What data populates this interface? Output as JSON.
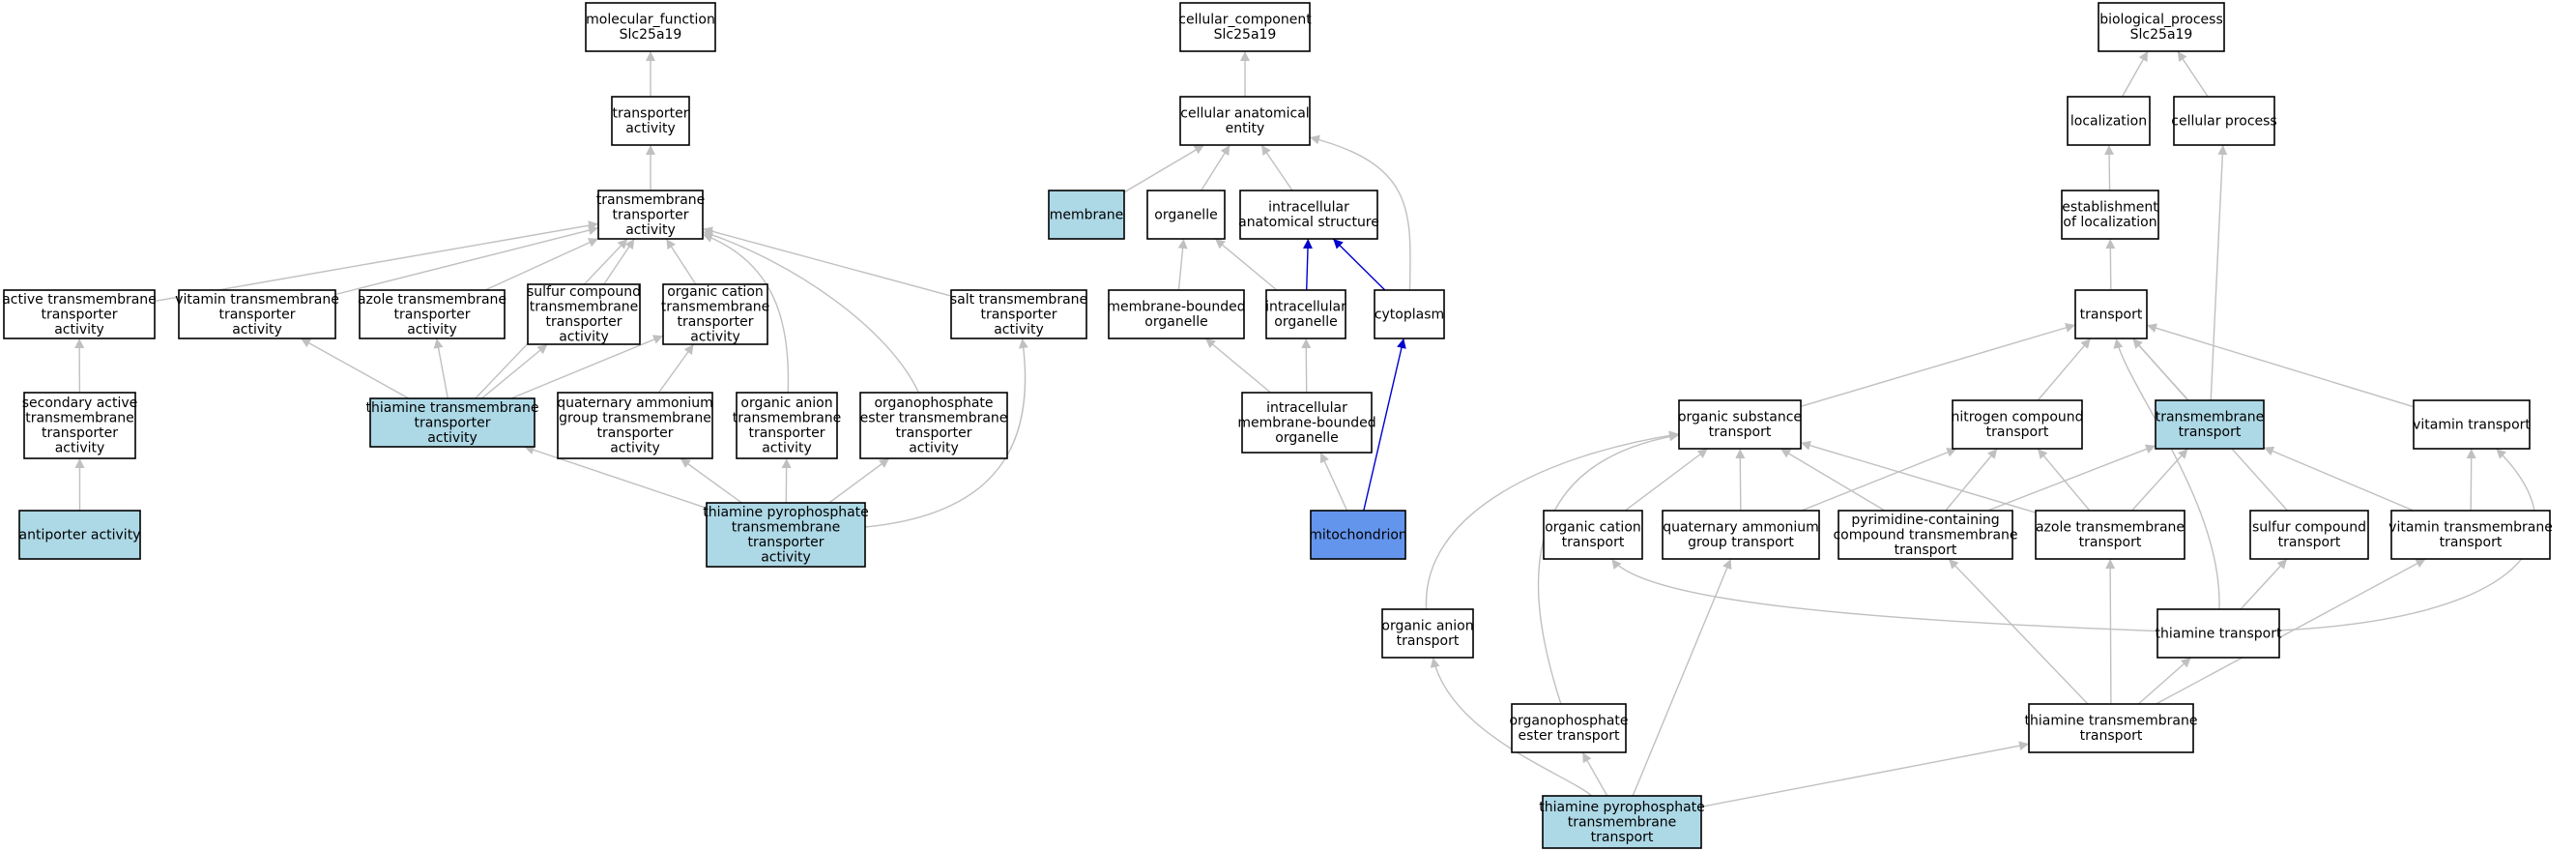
{
  "colors": {
    "default_fill": "#ffffff",
    "highlight_fill": "#add8e6",
    "focus_fill": "#6495ed",
    "edge_default": "#c0c0c0",
    "edge_highlight": "#0000cd"
  },
  "nodes": [
    {
      "id": "mf_root",
      "lines": [
        "molecular_function",
        "Slc25a19"
      ],
      "style": "default"
    },
    {
      "id": "transporter_activity",
      "lines": [
        "transporter",
        "activity"
      ],
      "style": "default"
    },
    {
      "id": "tm_transporter_activity",
      "lines": [
        "transmembrane",
        "transporter",
        "activity"
      ],
      "style": "default"
    },
    {
      "id": "active_tm_activity",
      "lines": [
        "active transmembrane",
        "transporter",
        "activity"
      ],
      "style": "default"
    },
    {
      "id": "vitamin_tm_activity",
      "lines": [
        "vitamin transmembrane",
        "transporter",
        "activity"
      ],
      "style": "default"
    },
    {
      "id": "azole_tm_activity",
      "lines": [
        "azole transmembrane",
        "transporter",
        "activity"
      ],
      "style": "default"
    },
    {
      "id": "sulfur_tm_activity",
      "lines": [
        "sulfur compound",
        "transmembrane",
        "transporter",
        "activity"
      ],
      "style": "default"
    },
    {
      "id": "org_cation_tm_activity",
      "lines": [
        "organic cation",
        "transmembrane",
        "transporter",
        "activity"
      ],
      "style": "default"
    },
    {
      "id": "salt_tm_activity",
      "lines": [
        "salt transmembrane",
        "transporter",
        "activity"
      ],
      "style": "default"
    },
    {
      "id": "secondary_active_activity",
      "lines": [
        "secondary active",
        "transmembrane",
        "transporter",
        "activity"
      ],
      "style": "default"
    },
    {
      "id": "thiamine_tm_activity",
      "lines": [
        "thiamine transmembrane",
        "transporter",
        "activity"
      ],
      "style": "highlight"
    },
    {
      "id": "quat_ammonium_tm_activity",
      "lines": [
        "quaternary ammonium",
        "group transmembrane",
        "transporter",
        "activity"
      ],
      "style": "default"
    },
    {
      "id": "org_anion_tm_activity",
      "lines": [
        "organic anion",
        "transmembrane",
        "transporter",
        "activity"
      ],
      "style": "default"
    },
    {
      "id": "organophosphate_tm_activity",
      "lines": [
        "organophosphate",
        "ester transmembrane",
        "transporter",
        "activity"
      ],
      "style": "default"
    },
    {
      "id": "antiporter_activity",
      "lines": [
        "antiporter activity"
      ],
      "style": "highlight"
    },
    {
      "id": "tpp_tm_activity",
      "lines": [
        "thiamine pyrophosphate",
        "transmembrane",
        "transporter",
        "activity"
      ],
      "style": "highlight"
    },
    {
      "id": "cc_root",
      "lines": [
        "cellular_component",
        "Slc25a19"
      ],
      "style": "default"
    },
    {
      "id": "cellular_anatomical_entity",
      "lines": [
        "cellular anatomical",
        "entity"
      ],
      "style": "default"
    },
    {
      "id": "membrane",
      "lines": [
        "membrane"
      ],
      "style": "highlight"
    },
    {
      "id": "organelle",
      "lines": [
        "organelle"
      ],
      "style": "default"
    },
    {
      "id": "intracellular_structure",
      "lines": [
        "intracellular",
        "anatomical structure"
      ],
      "style": "default"
    },
    {
      "id": "membrane_bounded_organelle",
      "lines": [
        "membrane-bounded",
        "organelle"
      ],
      "style": "default"
    },
    {
      "id": "intracellular_organelle",
      "lines": [
        "intracellular",
        "organelle"
      ],
      "style": "default"
    },
    {
      "id": "cytoplasm",
      "lines": [
        "cytoplasm"
      ],
      "style": "default"
    },
    {
      "id": "intracellular_mb_organelle",
      "lines": [
        "intracellular",
        "membrane-bounded",
        "organelle"
      ],
      "style": "default"
    },
    {
      "id": "mitochondrion",
      "lines": [
        "mitochondrion"
      ],
      "style": "focus"
    },
    {
      "id": "bp_root",
      "lines": [
        "biological_process",
        "Slc25a19"
      ],
      "style": "default"
    },
    {
      "id": "localization",
      "lines": [
        "localization"
      ],
      "style": "default"
    },
    {
      "id": "cellular_process",
      "lines": [
        "cellular process"
      ],
      "style": "default"
    },
    {
      "id": "establishment_localization",
      "lines": [
        "establishment",
        "of localization"
      ],
      "style": "default"
    },
    {
      "id": "transport",
      "lines": [
        "transport"
      ],
      "style": "default"
    },
    {
      "id": "org_substance_transport",
      "lines": [
        "organic substance",
        "transport"
      ],
      "style": "default"
    },
    {
      "id": "nitrogen_transport",
      "lines": [
        "nitrogen compound",
        "transport"
      ],
      "style": "default"
    },
    {
      "id": "tm_transport",
      "lines": [
        "transmembrane",
        "transport"
      ],
      "style": "highlight"
    },
    {
      "id": "vitamin_transport",
      "lines": [
        "vitamin transport"
      ],
      "style": "default"
    },
    {
      "id": "org_cation_transport",
      "lines": [
        "organic cation",
        "transport"
      ],
      "style": "default"
    },
    {
      "id": "quat_ammonium_transport",
      "lines": [
        "quaternary ammonium",
        "group transport"
      ],
      "style": "default"
    },
    {
      "id": "pyrimidine_tm_transport",
      "lines": [
        "pyrimidine-containing",
        "compound transmembrane",
        "transport"
      ],
      "style": "default"
    },
    {
      "id": "azole_tm_transport",
      "lines": [
        "azole transmembrane",
        "transport"
      ],
      "style": "default"
    },
    {
      "id": "sulfur_transport",
      "lines": [
        "sulfur compound",
        "transport"
      ],
      "style": "default"
    },
    {
      "id": "vitamin_tm_transport",
      "lines": [
        "vitamin transmembrane",
        "transport"
      ],
      "style": "default"
    },
    {
      "id": "org_anion_transport",
      "lines": [
        "organic anion",
        "transport"
      ],
      "style": "default"
    },
    {
      "id": "thiamine_transport",
      "lines": [
        "thiamine transport"
      ],
      "style": "default"
    },
    {
      "id": "organophosphate_transport",
      "lines": [
        "organophosphate",
        "ester transport"
      ],
      "style": "default"
    },
    {
      "id": "thiamine_tm_transport",
      "lines": [
        "thiamine transmembrane",
        "transport"
      ],
      "style": "default"
    },
    {
      "id": "tpp_tm_transport",
      "lines": [
        "thiamine pyrophosphate",
        "transmembrane",
        "transport"
      ],
      "style": "highlight"
    }
  ],
  "edges": [
    {
      "from": "transporter_activity",
      "to": "mf_root"
    },
    {
      "from": "tm_transporter_activity",
      "to": "transporter_activity"
    },
    {
      "from": "active_tm_activity",
      "to": "tm_transporter_activity"
    },
    {
      "from": "vitamin_tm_activity",
      "to": "tm_transporter_activity"
    },
    {
      "from": "azole_tm_activity",
      "to": "tm_transporter_activity"
    },
    {
      "from": "sulfur_tm_activity",
      "to": "tm_transporter_activity"
    },
    {
      "from": "org_cation_tm_activity",
      "to": "tm_transporter_activity"
    },
    {
      "from": "salt_tm_activity",
      "to": "tm_transporter_activity"
    },
    {
      "from": "org_anion_tm_activity",
      "to": "tm_transporter_activity"
    },
    {
      "from": "organophosphate_tm_activity",
      "to": "tm_transporter_activity"
    },
    {
      "from": "secondary_active_activity",
      "to": "active_tm_activity"
    },
    {
      "from": "antiporter_activity",
      "to": "secondary_active_activity"
    },
    {
      "from": "thiamine_tm_activity",
      "to": "vitamin_tm_activity"
    },
    {
      "from": "thiamine_tm_activity",
      "to": "azole_tm_activity"
    },
    {
      "from": "thiamine_tm_activity",
      "to": "sulfur_tm_activity"
    },
    {
      "from": "thiamine_tm_activity",
      "to": "org_cation_tm_activity"
    },
    {
      "from": "thiamine_tm_activity",
      "to": "tm_transporter_activity"
    },
    {
      "from": "quat_ammonium_tm_activity",
      "to": "org_cation_tm_activity"
    },
    {
      "from": "tpp_tm_activity",
      "to": "thiamine_tm_activity"
    },
    {
      "from": "tpp_tm_activity",
      "to": "quat_ammonium_tm_activity"
    },
    {
      "from": "tpp_tm_activity",
      "to": "org_anion_tm_activity"
    },
    {
      "from": "tpp_tm_activity",
      "to": "organophosphate_tm_activity"
    },
    {
      "from": "tpp_tm_activity",
      "to": "salt_tm_activity"
    },
    {
      "from": "cellular_anatomical_entity",
      "to": "cc_root"
    },
    {
      "from": "membrane",
      "to": "cellular_anatomical_entity"
    },
    {
      "from": "organelle",
      "to": "cellular_anatomical_entity"
    },
    {
      "from": "intracellular_structure",
      "to": "cellular_anatomical_entity"
    },
    {
      "from": "cytoplasm",
      "to": "cellular_anatomical_entity"
    },
    {
      "from": "membrane_bounded_organelle",
      "to": "organelle"
    },
    {
      "from": "intracellular_organelle",
      "to": "organelle"
    },
    {
      "from": "intracellular_organelle",
      "to": "intracellular_structure",
      "highlight": true
    },
    {
      "from": "cytoplasm",
      "to": "intracellular_structure",
      "highlight": true
    },
    {
      "from": "intracellular_mb_organelle",
      "to": "membrane_bounded_organelle"
    },
    {
      "from": "intracellular_mb_organelle",
      "to": "intracellular_organelle"
    },
    {
      "from": "mitochondrion",
      "to": "intracellular_mb_organelle"
    },
    {
      "from": "mitochondrion",
      "to": "cytoplasm",
      "highlight": true
    },
    {
      "from": "localization",
      "to": "bp_root"
    },
    {
      "from": "cellular_process",
      "to": "bp_root"
    },
    {
      "from": "establishment_localization",
      "to": "localization"
    },
    {
      "from": "transport",
      "to": "establishment_localization"
    },
    {
      "from": "tm_transport",
      "to": "cellular_process"
    },
    {
      "from": "org_substance_transport",
      "to": "transport"
    },
    {
      "from": "nitrogen_transport",
      "to": "transport"
    },
    {
      "from": "tm_transport",
      "to": "transport"
    },
    {
      "from": "vitamin_transport",
      "to": "transport"
    },
    {
      "from": "sulfur_transport",
      "to": "transport"
    },
    {
      "from": "thiamine_transport",
      "to": "transport"
    },
    {
      "from": "org_cation_transport",
      "to": "org_substance_transport"
    },
    {
      "from": "quat_ammonium_transport",
      "to": "org_substance_transport"
    },
    {
      "from": "quat_ammonium_transport",
      "to": "nitrogen_transport"
    },
    {
      "from": "pyrimidine_tm_transport",
      "to": "org_substance_transport"
    },
    {
      "from": "pyrimidine_tm_transport",
      "to": "nitrogen_transport"
    },
    {
      "from": "pyrimidine_tm_transport",
      "to": "tm_transport"
    },
    {
      "from": "azole_tm_transport",
      "to": "org_substance_transport"
    },
    {
      "from": "azole_tm_transport",
      "to": "nitrogen_transport"
    },
    {
      "from": "azole_tm_transport",
      "to": "tm_transport"
    },
    {
      "from": "vitamin_tm_transport",
      "to": "tm_transport"
    },
    {
      "from": "vitamin_tm_transport",
      "to": "vitamin_transport"
    },
    {
      "from": "org_anion_transport",
      "to": "org_substance_transport"
    },
    {
      "from": "organophosphate_transport",
      "to": "org_substance_transport"
    },
    {
      "from": "thiamine_transport",
      "to": "org_cation_transport"
    },
    {
      "from": "thiamine_transport",
      "to": "sulfur_transport"
    },
    {
      "from": "thiamine_transport",
      "to": "vitamin_transport"
    },
    {
      "from": "thiamine_tm_transport",
      "to": "thiamine_transport"
    },
    {
      "from": "thiamine_tm_transport",
      "to": "pyrimidine_tm_transport"
    },
    {
      "from": "thiamine_tm_transport",
      "to": "azole_tm_transport"
    },
    {
      "from": "thiamine_tm_transport",
      "to": "vitamin_tm_transport"
    },
    {
      "from": "tpp_tm_transport",
      "to": "org_anion_transport"
    },
    {
      "from": "tpp_tm_transport",
      "to": "organophosphate_transport"
    },
    {
      "from": "tpp_tm_transport",
      "to": "quat_ammonium_transport"
    },
    {
      "from": "tpp_tm_transport",
      "to": "thiamine_tm_transport"
    }
  ]
}
